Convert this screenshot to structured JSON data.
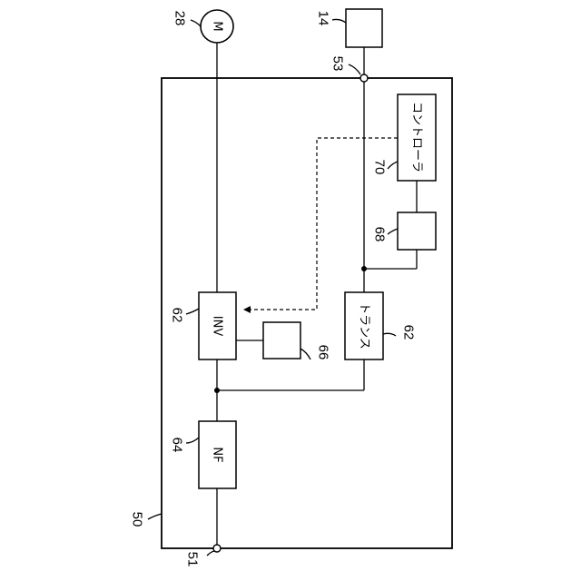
{
  "refs": {
    "r28": "28",
    "r14": "14",
    "r53": "53",
    "r70": "70",
    "r68": "68",
    "r62_inv": "62",
    "r66": "66",
    "r62_trans": "62",
    "r64": "64",
    "r50": "50",
    "r51": "51"
  },
  "blocks": {
    "motor": "M",
    "controller": "コントローラ",
    "inverter": "INV",
    "transformer": "トランス",
    "noise_filter": "NF"
  }
}
